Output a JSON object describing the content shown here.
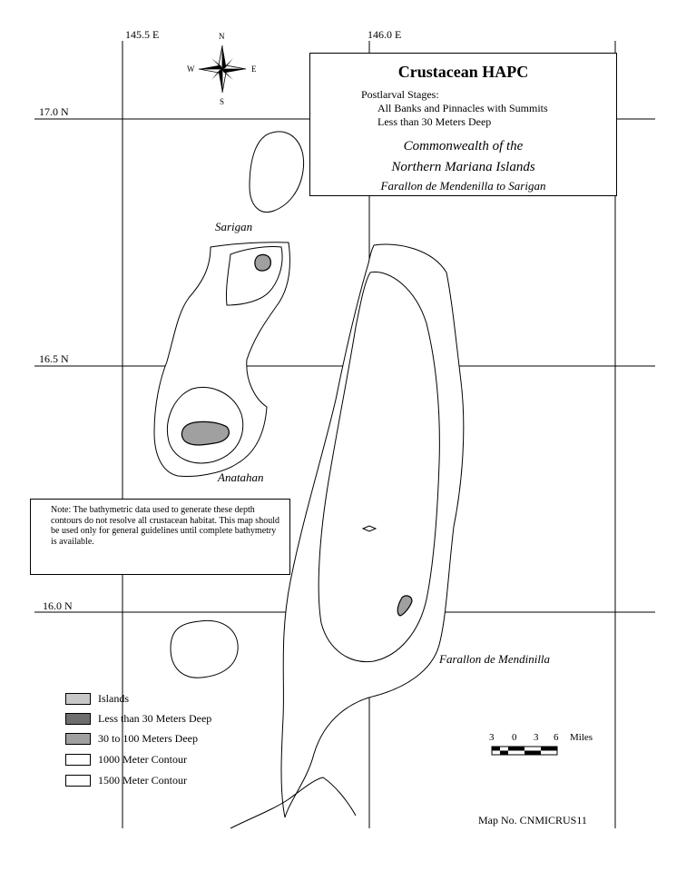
{
  "title": "Crustacean HAPC",
  "subtitle_lines": [
    "Postlarval Stages:",
    "All Banks and Pinnacles with Summits",
    "Less than 30 Meters Deep"
  ],
  "region_lines": [
    "Commonwealth of the",
    "Northern Mariana Islands",
    "Farallon de Mendenilla to Sarigan"
  ],
  "longitudes": [
    "145.5 E",
    "146.0 E"
  ],
  "latitudes": [
    "17.0 N",
    "16.5 N",
    "16.0 N"
  ],
  "compass": {
    "n": "N",
    "s": "S",
    "e": "E",
    "w": "W"
  },
  "places": {
    "sarigan": "Sarigan",
    "anatahan": "Anatahan",
    "farallon": "Farallon de Mendinilla"
  },
  "note": "Note: The bathymetric data used to generate these depth contours do not resolve all crustacean habitat. This map should be used only for general guidelines until complete bathymetry is available.",
  "legend": [
    {
      "label": "Islands",
      "color": "#c8c8c8"
    },
    {
      "label": "Less than 30 Meters Deep",
      "color": "#6e6e6e"
    },
    {
      "label": "30 to 100 Meters Deep",
      "color": "#a0a0a0"
    },
    {
      "label": "1000 Meter Contour",
      "color": "#ffffff"
    },
    {
      "label": "1500 Meter Contour",
      "color": "#ffffff"
    }
  ],
  "scale": {
    "ticks": [
      "3",
      "0",
      "3",
      "6"
    ],
    "unit": "Miles"
  },
  "map_number": "Map No. CNMICRUS11"
}
